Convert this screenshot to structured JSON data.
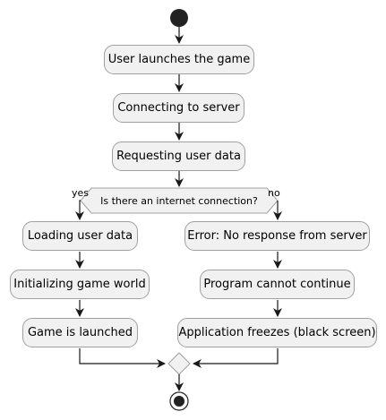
{
  "diagram": {
    "steps": [
      "User launches the game",
      "Connecting to server",
      "Requesting user data"
    ],
    "decision": {
      "question": "Is there an internet connection?",
      "yes_label": "yes",
      "no_label": "no"
    },
    "yes_branch": [
      "Loading user data",
      "Initializing game world",
      "Game is launched"
    ],
    "no_branch": [
      "Error: No response from server",
      "Program cannot continue",
      "Application freezes (black screen)"
    ],
    "colors": {
      "node_fill": "#f1f1f1",
      "node_border": "#a0a0a0",
      "line": "#181818",
      "start_end": "#222222"
    }
  }
}
